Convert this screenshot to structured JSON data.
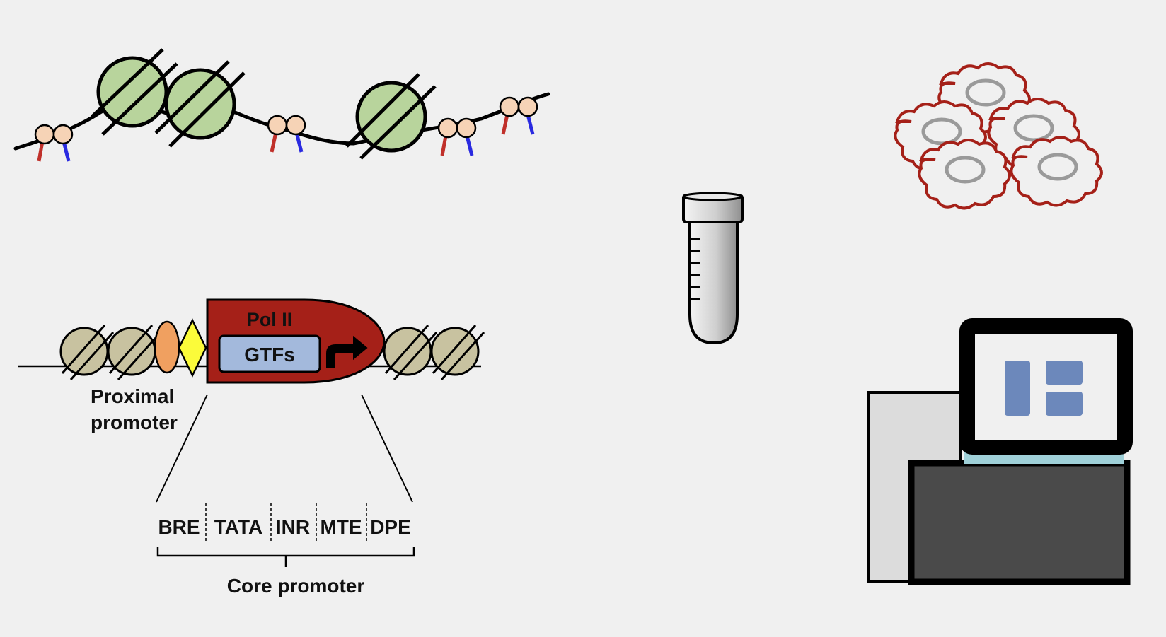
{
  "labels": {
    "pol2": "Pol II",
    "gtfs": "GTFs",
    "proximal_line1": "Proximal",
    "proximal_line2": "promoter",
    "core_elements": [
      "BRE",
      "TATA",
      "INR",
      "MTE",
      "DPE"
    ],
    "core_promoter": "Core promoter"
  },
  "colors": {
    "background": "#f0f0f0",
    "nucleosome_green": "#b8d49c",
    "nucleosome_tan": "#c8c2a0",
    "histone_tail": "#f6d3b6",
    "mark_red": "#c0302a",
    "mark_blue": "#2a2ae0",
    "pol2_red": "#a52018",
    "gtf_blue": "#a3b9dc",
    "orange_factor": "#f0a060",
    "yellow_factor": "#fbfb3a",
    "cell_outline": "#a52018",
    "nucleus_gray": "#9a9a9a",
    "tube_gray": "#cfcfcf",
    "sequencer_body": "#dcdcdc",
    "sequencer_base": "#4a4a4a",
    "screen_accent": "#6c88bb",
    "screen_edge": "#9fd0d8"
  },
  "icons": [
    "chromatin-fiber-icon",
    "cell-cluster-icon",
    "sample-tube-icon",
    "sequencer-icon"
  ]
}
